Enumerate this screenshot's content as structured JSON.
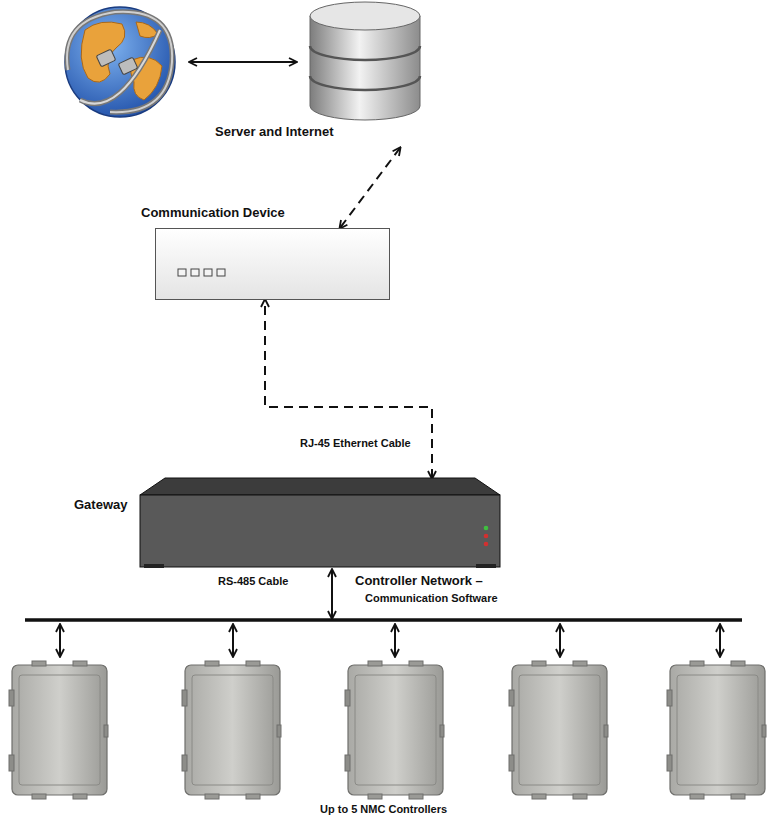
{
  "diagram": {
    "nodes": [
      {
        "text": [
          "Server and Internet"
        ]
      },
      {
        "text": [
          "Communication Device"
        ]
      },
      {
        "text": [
          "Gateway"
        ]
      },
      {
        "text": [
          "Up to 5 NMC Controllers"
        ]
      }
    ],
    "edges": [
      {
        "from": 0,
        "to": 1,
        "arrow": "both"
      },
      {
        "from": 2,
        "to": 1,
        "label": "RJ-45 Ethernet Cable",
        "arrow": "both"
      },
      {
        "from": 2,
        "to": 3,
        "label": "RS-485 Cable",
        "arrow": "both"
      }
    ],
    "labels": [
      "Controller Network –",
      "Communication Software"
    ]
  }
}
